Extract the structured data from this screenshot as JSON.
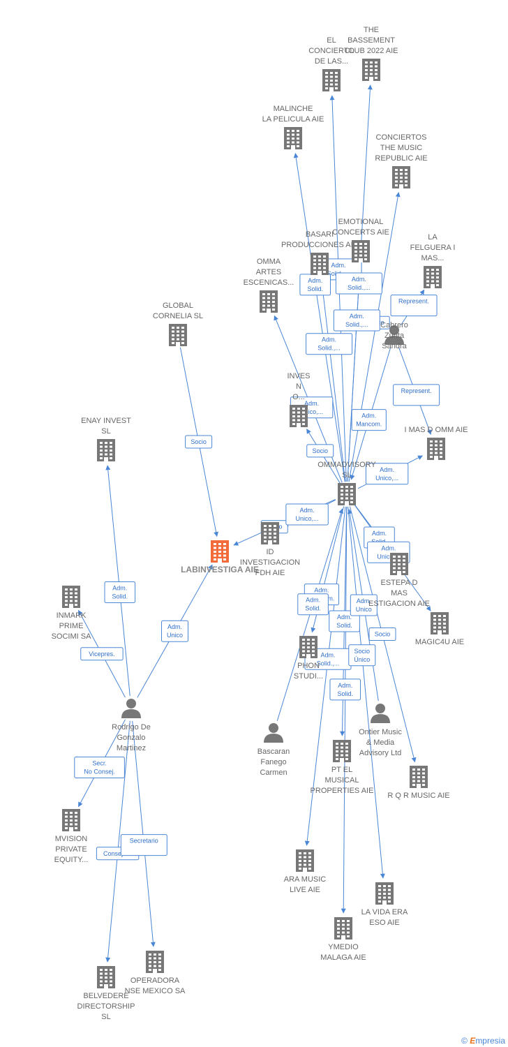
{
  "colors": {
    "edge": "#4a86d6",
    "node": "#777777",
    "focus": "#f26b3a",
    "label": "#666666"
  },
  "footer": {
    "copyright": "©",
    "brand_e": "E",
    "brand_rest": "mpresia"
  },
  "nodes": [
    {
      "id": "labinvestiga",
      "type": "company",
      "focus": true,
      "label": [
        "LABINVESTIGA AIE"
      ]
    },
    {
      "id": "ommadvisory",
      "type": "company",
      "label": [
        "OMMADVISORY",
        "SL"
      ]
    },
    {
      "id": "rodrigo",
      "type": "person",
      "label": [
        "Rodrigo De",
        "Gonzalo",
        "Martinez"
      ]
    },
    {
      "id": "global",
      "type": "company",
      "label": [
        "GLOBAL",
        "CORNELIA  SL"
      ]
    },
    {
      "id": "enay",
      "type": "company",
      "label": [
        "ENAY INVEST",
        "SL"
      ]
    },
    {
      "id": "inmark",
      "type": "company",
      "label": [
        "INMARK",
        "PRIME",
        "SOCIMI SA"
      ]
    },
    {
      "id": "mvision",
      "type": "company",
      "label": [
        "MVISION",
        "PRIVATE",
        "EQUITY..."
      ]
    },
    {
      "id": "belvedere",
      "type": "company",
      "label": [
        "BELVEDERE",
        "DIRECTORSHIP",
        "SL"
      ]
    },
    {
      "id": "operadora",
      "type": "company",
      "label": [
        "OPERADORA",
        "NSE MEXICO SA"
      ]
    },
    {
      "id": "elconcierto",
      "type": "company",
      "label": [
        "EL",
        "CONCIERTO",
        "DE LAS..."
      ]
    },
    {
      "id": "bassement",
      "type": "company",
      "label": [
        "THE",
        "BASSEMENT",
        "CLUB 2022 AIE"
      ]
    },
    {
      "id": "malinche",
      "type": "company",
      "label": [
        "MALINCHE",
        "LA PELICULA AIE"
      ]
    },
    {
      "id": "conciertos",
      "type": "company",
      "label": [
        "CONCIERTOS",
        "THE MUSIC",
        "REPUBLIC AIE"
      ]
    },
    {
      "id": "basari",
      "type": "company",
      "label": [
        "BASARI",
        "PRODUCCIONES AIE"
      ]
    },
    {
      "id": "emotional",
      "type": "company",
      "label": [
        "EMOTIONAL",
        "CONCERTS AIE"
      ]
    },
    {
      "id": "felguera",
      "type": "company",
      "label": [
        "LA",
        "FELGUERA I",
        "MAS..."
      ]
    },
    {
      "id": "omma",
      "type": "company",
      "label": [
        "OMMA",
        "ARTES",
        "ESCENICAS..."
      ]
    },
    {
      "id": "cabrero",
      "type": "person",
      "label": [
        "Cabrero",
        "Zurita",
        "Sandra"
      ]
    },
    {
      "id": "inves",
      "type": "company",
      "label": [
        "INVES",
        "N",
        "O..."
      ]
    },
    {
      "id": "imasdomm",
      "type": "company",
      "label": [
        "I MAS D OMM AIE"
      ]
    },
    {
      "id": "idinvestigacion",
      "type": "company",
      "label": [
        "ID",
        "INVESTIGACION",
        "FDH  AIE"
      ]
    },
    {
      "id": "estepa",
      "type": "company",
      "label": [
        "ESTEPA D",
        "MAS",
        "ESTIGACION AIE"
      ]
    },
    {
      "id": "magic4u",
      "type": "company",
      "label": [
        "MAGIC4U AIE"
      ]
    },
    {
      "id": "phon",
      "type": "company",
      "label": [
        "PHON",
        "STUDI..."
      ]
    },
    {
      "id": "bascaran",
      "type": "person",
      "label": [
        "Bascaran",
        "Fanego",
        "Carmen"
      ]
    },
    {
      "id": "ontier",
      "type": "person",
      "label": [
        "Ontier Music",
        "& Media",
        "Advisory Ltd"
      ]
    },
    {
      "id": "ptel",
      "type": "company",
      "label": [
        "PT EL",
        "MUSICAL",
        "PROPERTIES AIE"
      ]
    },
    {
      "id": "rqr",
      "type": "company",
      "label": [
        "R Q R MUSIC AIE"
      ]
    },
    {
      "id": "aramusic",
      "type": "company",
      "label": [
        "ARA MUSIC",
        "LIVE AIE"
      ]
    },
    {
      "id": "lavidaera",
      "type": "company",
      "label": [
        "LA VIDA ERA",
        "ESO AIE"
      ]
    },
    {
      "id": "ymedio",
      "type": "company",
      "label": [
        "YMEDIO",
        "MALAGA AIE"
      ]
    }
  ],
  "edges": [
    {
      "from": "global",
      "to": "labinvestiga",
      "label": "Socio"
    },
    {
      "from": "rodrigo",
      "to": "labinvestiga",
      "label": "Adm. Unico"
    },
    {
      "from": "rodrigo",
      "to": "enay",
      "label": "Adm. Solid."
    },
    {
      "from": "rodrigo",
      "to": "inmark",
      "label": "Vicepres."
    },
    {
      "from": "rodrigo",
      "to": "mvision",
      "label": "Secr.  No Consej."
    },
    {
      "from": "rodrigo",
      "to": "belvedere",
      "label": "Consejero"
    },
    {
      "from": "rodrigo",
      "to": "operadora",
      "label": "Secretario"
    },
    {
      "from": "ommadvisory",
      "to": "labinvestiga",
      "label": "Socio"
    },
    {
      "from": "ommadvisory",
      "to": "elconcierto",
      "label": "Adm. Solid.,..."
    },
    {
      "from": "ommadvisory",
      "to": "bassement",
      "label": "Adm. Solid.,..."
    },
    {
      "from": "ommadvisory",
      "to": "malinche",
      "label": "Adm. Solid."
    },
    {
      "from": "ommadvisory",
      "to": "conciertos",
      "label": "Socio"
    },
    {
      "from": "ommadvisory",
      "to": "basari",
      "label": "Adm. Solid.,..."
    },
    {
      "from": "ommadvisory",
      "to": "emotional",
      "label": "Adm. Solid.,..."
    },
    {
      "from": "ommadvisory",
      "to": "omma",
      "label": "Adm. Unico,..."
    },
    {
      "from": "ommadvisory",
      "to": "inves",
      "label": "Socio"
    },
    {
      "from": "cabrero",
      "to": "felguera",
      "label": "Represent."
    },
    {
      "from": "cabrero",
      "to": "ommadvisory",
      "label": "Adm. Mancom."
    },
    {
      "from": "cabrero",
      "to": "imasdomm",
      "label": "Represent."
    },
    {
      "from": "ommadvisory",
      "to": "idinvestigacion",
      "label": "Adm. Unico,..."
    },
    {
      "from": "ommadvisory",
      "to": "imasdomm",
      "label": "Adm. Unico,..."
    },
    {
      "from": "ommadvisory",
      "to": "estepa",
      "label": "Adm. Solid."
    },
    {
      "from": "ommadvisory",
      "to": "magic4u",
      "label": "Adm. Unico,..."
    },
    {
      "from": "ommadvisory",
      "to": "phon",
      "label": "Adm. Mancom."
    },
    {
      "from": "bascaran",
      "to": "ommadvisory",
      "label": "Adm. Solid."
    },
    {
      "from": "ommadvisory",
      "to": "ptel",
      "label": "Adm. Solid."
    },
    {
      "from": "ommadvisory",
      "to": "rqr",
      "label": "Socio"
    },
    {
      "from": "ommadvisory",
      "to": "aramusic",
      "label": "Adm. Solid.,..."
    },
    {
      "from": "ommadvisory",
      "to": "ymedio",
      "label": "Adm. Solid."
    },
    {
      "from": "ommadvisory",
      "to": "lavidaera",
      "label": "Socio Único"
    },
    {
      "from": "ontier",
      "to": "ommadvisory",
      "label": "Adm. Unico"
    }
  ]
}
